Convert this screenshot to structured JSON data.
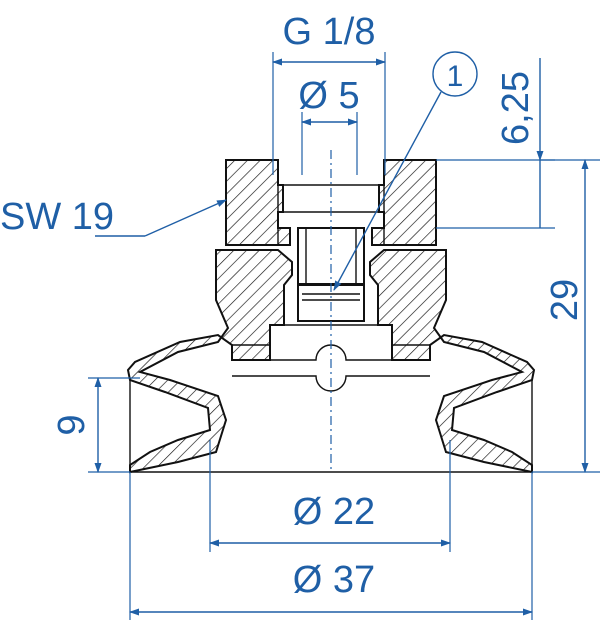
{
  "dimensions": {
    "thread": "G 1/8",
    "bore_diameter": "Ø 5",
    "wrench_size": "SW 19",
    "thread_length": "6,25",
    "total_height": "29",
    "cup_height": "9",
    "inner_diameter": "Ø 22",
    "outer_diameter": "Ø 37"
  },
  "callout": {
    "number": "1"
  },
  "colors": {
    "dimension": "#1f5fa6",
    "outline": "#111111"
  }
}
